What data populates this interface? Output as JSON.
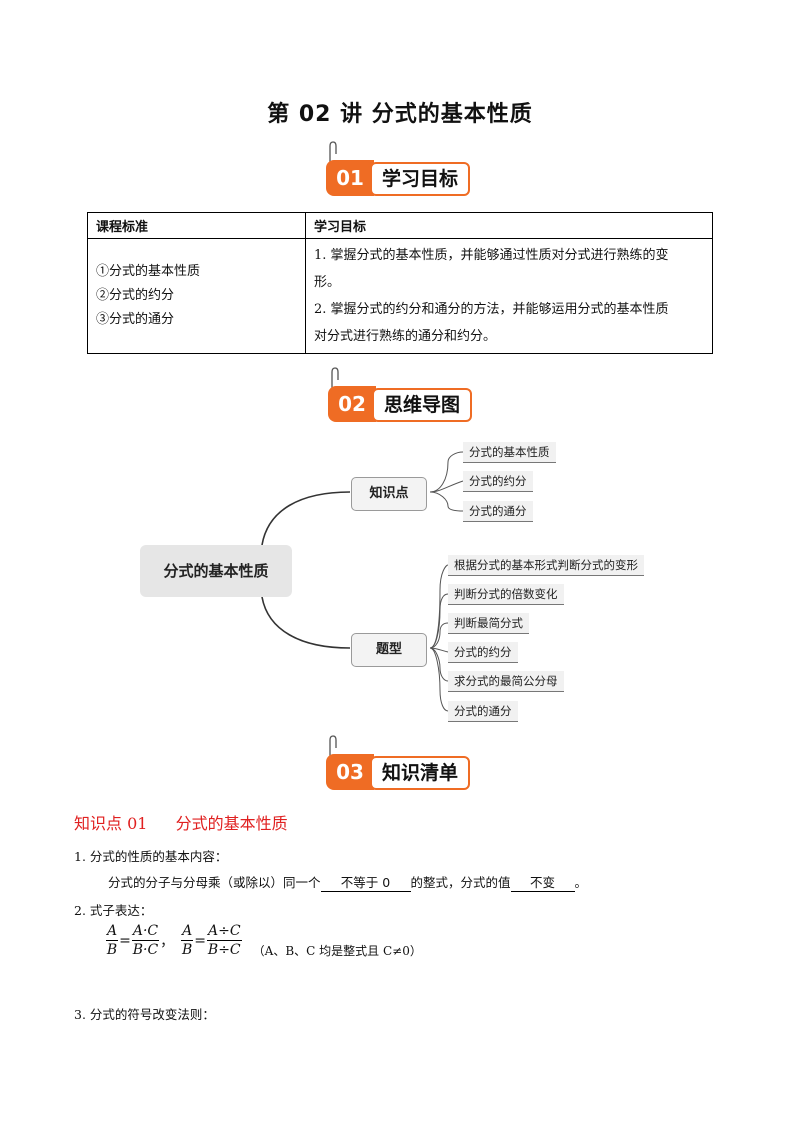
{
  "title": "第 02 讲  分式的基本性质",
  "sections": [
    {
      "num": "01",
      "label": "学习目标"
    },
    {
      "num": "02",
      "label": "思维导图"
    },
    {
      "num": "03",
      "label": "知识清单"
    }
  ],
  "goals_table": {
    "headers": [
      "课程标准",
      "学习目标"
    ],
    "standards": [
      "①分式的基本性质",
      "②分式的约分",
      "③分式的通分"
    ],
    "goals": [
      "1. 掌握分式的基本性质，并能够通过性质对分式进行熟练的变",
      "形。",
      "2. 掌握分式的约分和通分的方法，并能够运用分式的基本性质",
      "对分式进行熟练的通分和约分。"
    ]
  },
  "mindmap": {
    "center": "分式的基本性质",
    "branches": [
      {
        "label": "知识点",
        "leaves": [
          "分式的基本性质",
          "分式的约分",
          "分式的通分"
        ]
      },
      {
        "label": "题型",
        "leaves": [
          "根据分式的基本形式判断分式的变形",
          "判断分式的倍数变化",
          "判断最简分式",
          "分式的约分",
          "求分式的最简公分母",
          "分式的通分"
        ]
      }
    ]
  },
  "knowledge": {
    "heading_num": "知识点 01",
    "heading_text": "分式的基本性质",
    "item1_label": "1.  分式的性质的基本内容：",
    "item1_a": "分式的分子与分母乘（或除以）同一个",
    "blank1": "不等于 0",
    "item1_b": "的整式，分式的值",
    "blank2": "不变",
    "item1_end": "。",
    "item2_label": "2.  式子表达：",
    "formula": {
      "lhs1_n": "A",
      "lhs1_d": "B",
      "eq": "=",
      "rhs1_n": "A·C",
      "rhs1_d": "B·C",
      "sep": "，",
      "lhs2_n": "A",
      "lhs2_d": "B",
      "rhs2_n": "A÷C",
      "rhs2_d": "B÷C",
      "condition": "（A、B、C 均是整式且 C≠0）"
    },
    "item3_label": "3.  分式的符号改变法则："
  },
  "colors": {
    "accent": "#ef6c24",
    "heading_red": "#e02020",
    "mindmap_center": "#e6e6e6"
  }
}
